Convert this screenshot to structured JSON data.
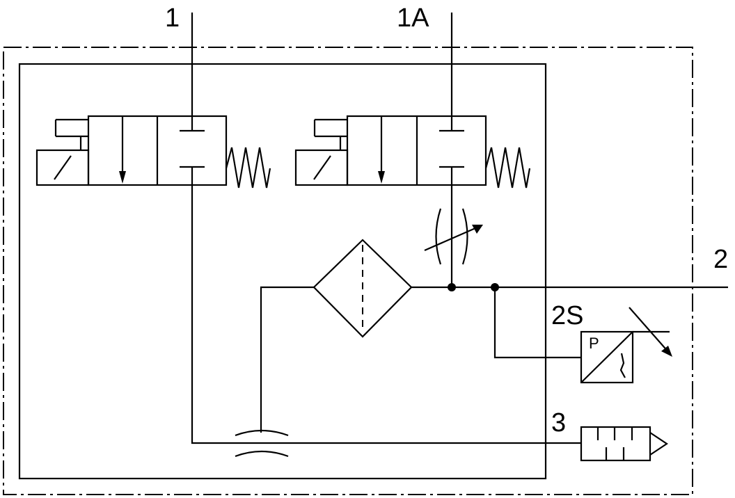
{
  "diagram": {
    "ports": {
      "supply": "1",
      "supply_alt": "1A",
      "outlet": "2",
      "sensor": "2S",
      "exhaust": "3"
    },
    "pressure_switch_letter": "P"
  }
}
